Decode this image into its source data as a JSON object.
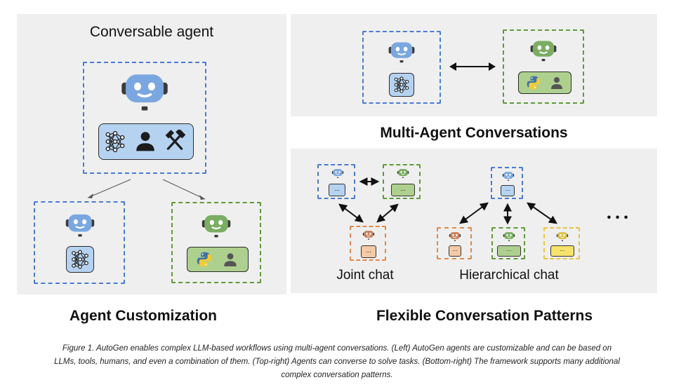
{
  "left": {
    "title": "Conversable agent",
    "section_label": "Agent Customization"
  },
  "top_right": {
    "section_label": "Multi-Agent Conversations"
  },
  "bottom_right": {
    "joint_label": "Joint chat",
    "hier_label": "Hierarchical chat",
    "ellipsis": "• • •",
    "mini_text": "...",
    "section_label": "Flexible Conversation Patterns"
  },
  "caption": {
    "line1": "Figure 1. AutoGen enables complex LLM-based workflows using multi-agent conversations. (Left) AutoGen agents are customizable and can be based on",
    "line2": "LLMs, tools, humans, and even a combination of them. (Top-right) Agents can converse to solve tasks. (Bottom-right) The framework supports many additional",
    "line3": "complex conversation patterns."
  },
  "icons": [
    "robot-icon",
    "neural-network-icon",
    "person-icon",
    "tools-icon",
    "python-icon"
  ],
  "colors": {
    "blue_robot": "#7aa7e0",
    "green_robot": "#7bad62",
    "orange_robot": "#c9805a",
    "yellow_robot": "#d9c24a",
    "blue_border": "#4a7bd1",
    "green_border": "#5f9a3a"
  }
}
